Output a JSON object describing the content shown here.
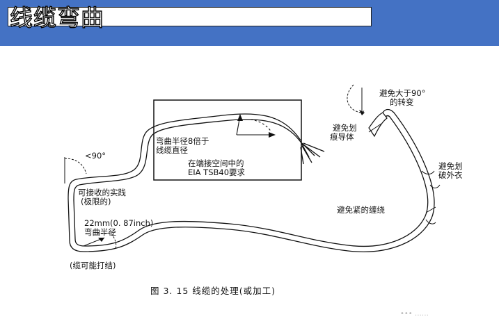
{
  "slide": {
    "title": "线缆弯曲"
  },
  "diagram": {
    "angle_left": "<90°",
    "bend_radius_8x_line1": "弯曲半径8倍于",
    "bend_radius_8x_line2": "线缆直径",
    "eia_line1": "在端接空间中的",
    "eia_line2": "EIA TSB40要求",
    "avoid_90_line1": "避免大于90°",
    "avoid_90_line2": "的转变",
    "avoid_scratch_line1": "避免划",
    "avoid_scratch_line2": "痕导体",
    "avoid_jacket_line1": "避免划",
    "avoid_jacket_line2": "破外衣",
    "avoid_tight_wrap": "避免紧的缠绕",
    "acceptable_line1": "可接收的实践",
    "acceptable_line2": "(极限的)",
    "radius_22mm_line1": "22mm(0. 87inch)",
    "radius_22mm_line2": "弯曲半径",
    "knot": "(缆可能打结)",
    "caption": "图 3. 15    线缆的处理(或加工)"
  },
  "footer": {
    "watermark": "•••  ‥‥‥"
  }
}
